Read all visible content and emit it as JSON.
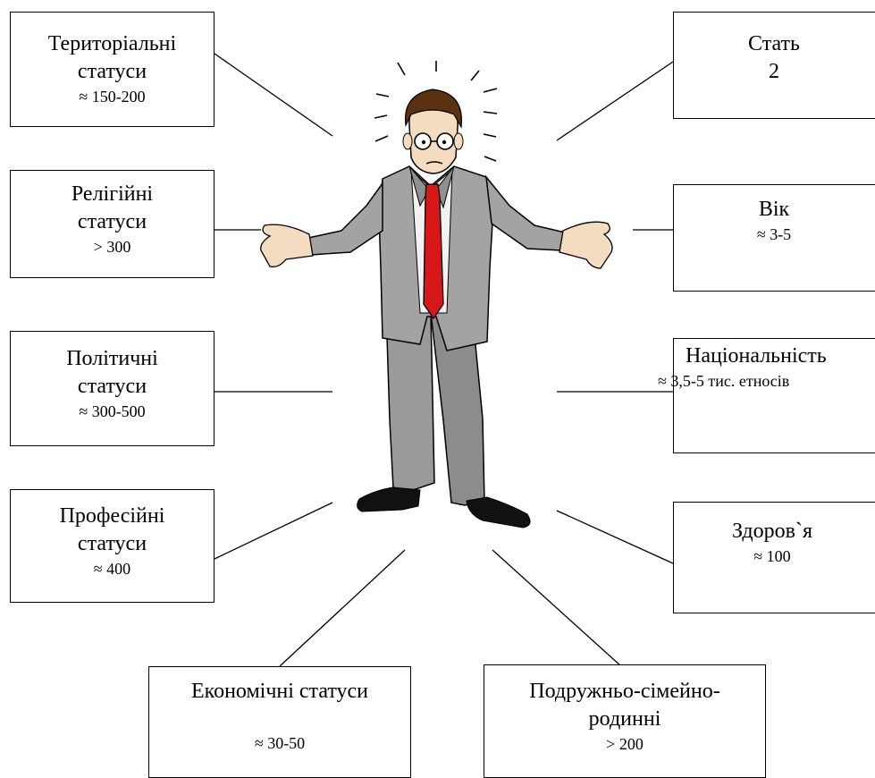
{
  "figure": {
    "colors": {
      "line": "#000000",
      "box_border": "#000000",
      "background": "#ffffff"
    },
    "left_boxes": [
      {
        "id": "territorial",
        "line1": "Територіальні",
        "line2": "статуси",
        "value": "≈ 150-200"
      },
      {
        "id": "religious",
        "line1": "Релігійні",
        "line2": "статуси",
        "value": "> 300"
      },
      {
        "id": "political",
        "line1": "Політичні",
        "line2": "статуси",
        "value": "≈ 300-500"
      },
      {
        "id": "professional",
        "line1": "Професійні",
        "line2": "статуси",
        "value": "≈ 400"
      }
    ],
    "right_boxes": [
      {
        "id": "sex",
        "line1": "Стать",
        "line2": "2"
      },
      {
        "id": "age",
        "line1": "Вік",
        "value": "≈ 3-5"
      },
      {
        "id": "nationality",
        "line1": "Національність",
        "value": "≈ 3,5-5 тис. етносів"
      },
      {
        "id": "health",
        "line1": "Здоров`я",
        "value": "≈ 100"
      }
    ],
    "bottom_boxes": [
      {
        "id": "economic",
        "line1": "Економічні статуси",
        "value": "≈ 30-50"
      },
      {
        "id": "family",
        "line1": "Подружньо-сімейно-",
        "line2": "родинні",
        "value": "> 200"
      }
    ],
    "center_icon": "confused-businessman-icon"
  }
}
